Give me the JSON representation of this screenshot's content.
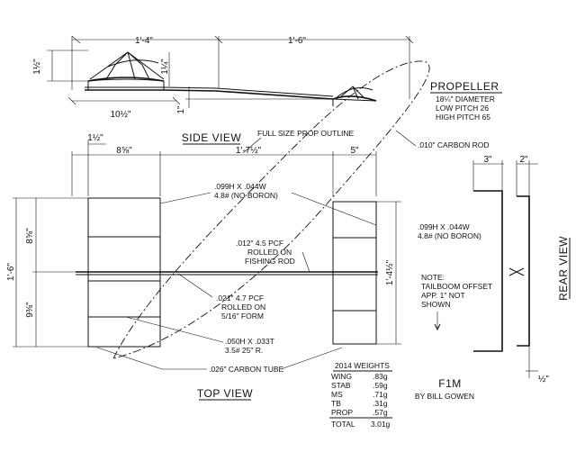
{
  "side_view": {
    "label": "SIDE VIEW",
    "dim_left_len": "1'-4\"",
    "dim_right_len": "1'-6\"",
    "dim_height": "1½\"",
    "dim_stab_height": "1¼\"",
    "dim_chord": "10½\"",
    "dim_offset": "1\""
  },
  "propeller": {
    "title": "PROPELLER",
    "lines": [
      "18¼\" DIAMETER",
      "LOW PITCH 26",
      "HIGH PITCH 65"
    ]
  },
  "callouts": {
    "prop_outline": "FULL SIZE PROP OUTLINE",
    "carbon_rod": ".010\" CARBON ROD",
    "spar_wing_1": ".099H X .044W",
    "spar_wing_2": "4.8# (NO BORON)",
    "spar_stab_1": ".099H X .044W",
    "spar_stab_2": "4.8# (NO BORON)",
    "tailboom_1": ".012\" 4.5 PCF",
    "tailboom_2": "ROLLED ON",
    "tailboom_3": "FISHING ROD",
    "motorstick_1": ".021\" 4.7 PCF",
    "motorstick_2": "ROLLED ON",
    "motorstick_3": "5/16\" FORM",
    "spar_3_1": ".050H X .033T",
    "spar_3_2": "3.5# 25\" R.",
    "carbon_tube": ".026\" CARBON TUBE"
  },
  "top_view": {
    "label": "TOP VIEW",
    "dim_tip": "1½\"",
    "dim_chord": "8⅝\"",
    "dim_span_mid": "1'-7½\"",
    "dim_stab_chord": "5\"",
    "dim_total_span": "1'-6\"",
    "dim_upper": "8⅝\"",
    "dim_lower": "9⅜\"",
    "dim_stab_span": "1'-4½\""
  },
  "rear_view": {
    "label": "REAR VIEW",
    "dim_a": "3\"",
    "dim_b": "2\"",
    "dim_c": "½\"",
    "note": [
      "NOTE:",
      "TAILBOOM OFFSET",
      "APP. 1\" NOT",
      "SHOWN"
    ]
  },
  "weights": {
    "title": "2014 WEIGHTS",
    "rows": [
      {
        "item": "WING",
        "value": ".83g"
      },
      {
        "item": "STAB",
        "value": ".59g"
      },
      {
        "item": "MS",
        "value": ".71g"
      },
      {
        "item": "TB",
        "value": ".31g"
      },
      {
        "item": "PROP",
        "value": ".57g"
      }
    ],
    "total_label": "TOTAL",
    "total_value": "3.01g"
  },
  "model": {
    "name": "F1M",
    "author": "BY BILL GOWEN"
  }
}
